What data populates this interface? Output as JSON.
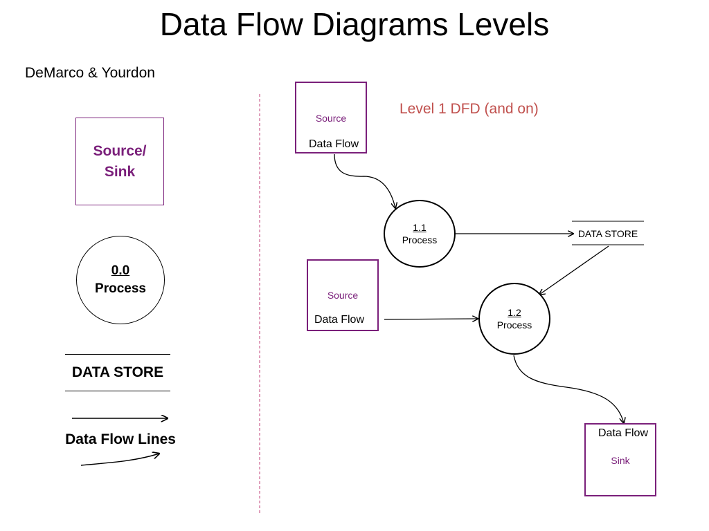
{
  "slide": {
    "title": "Data Flow Diagrams Levels",
    "subtitle": "DeMarco & Yourdon"
  },
  "legend": {
    "source_sink_label": "Source/\nSink",
    "process_id": "0.0",
    "process_label": "Process",
    "data_store_label": "DATA STORE",
    "data_flow_lines_label": "Data Flow Lines"
  },
  "diagram": {
    "level_label": "Level 1 DFD (and on)",
    "source1": {
      "label": "Source",
      "flow_label": "Data Flow"
    },
    "source2": {
      "label": "Source",
      "flow_label": "Data Flow"
    },
    "process1": {
      "id": "1.1",
      "label": "Process"
    },
    "process2": {
      "id": "1.2",
      "label": "Process"
    },
    "data_store": {
      "label": "DATA STORE"
    },
    "sink": {
      "flow_label": "Data Flow",
      "label": "Sink"
    }
  },
  "colors": {
    "entity_border": "#7a1f7a",
    "entity_text": "#7a1f7a",
    "level_label": "#c0504d",
    "divider": "#c0407a",
    "ink": "#000000"
  }
}
